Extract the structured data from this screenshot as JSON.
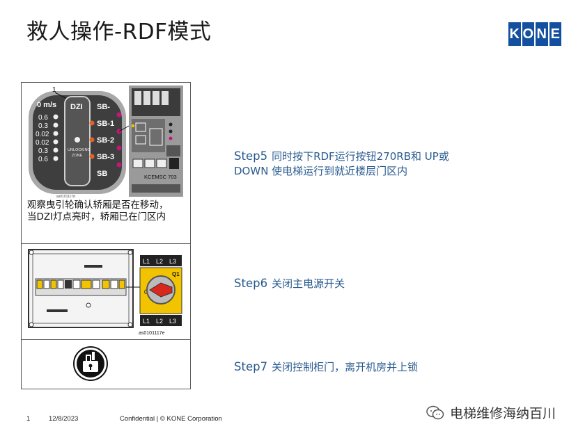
{
  "slide": {
    "title": "救人操作-RDF模式",
    "logo_letters": [
      "K",
      "O",
      "N",
      "E"
    ]
  },
  "figure": {
    "panel1": {
      "callout_number": "1",
      "speed_label": "0 m/s",
      "speed_values": [
        "0.6",
        "0.3",
        "0.02",
        "0.02",
        "0.3",
        "0.6"
      ],
      "dzi_label": "DZI",
      "unlocking_label_1": "UNLOCKING",
      "unlocking_label_2": "ZONE",
      "sb_labels": [
        "SB-",
        "SB-1",
        "SB-2",
        "SB-3",
        "SB"
      ],
      "board_label": "KCEMSC 703",
      "image_code": "as0101117d",
      "caption_line1": "观察曳引轮确认轿厢是否在移动，",
      "caption_line2": "当DZI灯点亮时，轿厢已在门区内"
    },
    "panel2": {
      "switch_labels_top": [
        "L1",
        "L2",
        "L3"
      ],
      "switch_labels_bottom": [
        "L1",
        "L2",
        "L3"
      ],
      "switch_q": "Q1",
      "switch_zero": "0",
      "image_code": "as0101117e"
    }
  },
  "steps": [
    {
      "label": "Step5",
      "line1": "同时按下RDF运行按钮270RB和 UP或",
      "line2": "DOWN 使电梯运行到就近楼层门区内"
    },
    {
      "label": "Step6",
      "text": "关闭主电源开关"
    },
    {
      "label": "Step7",
      "text": "关闭控制柜门，离开机房并上锁"
    }
  ],
  "footer": {
    "page": "1",
    "date": "12/8/2023",
    "confidential": "Confidential | © KONE Corporation"
  },
  "watermark": {
    "text": "电梯维修海纳百川"
  },
  "colors": {
    "step_text": "#2a5b8f",
    "logo": "#1450a0",
    "led_magenta": "#c2177a",
    "switch_yellow": "#f2c400",
    "switch_red": "#d8281e"
  }
}
